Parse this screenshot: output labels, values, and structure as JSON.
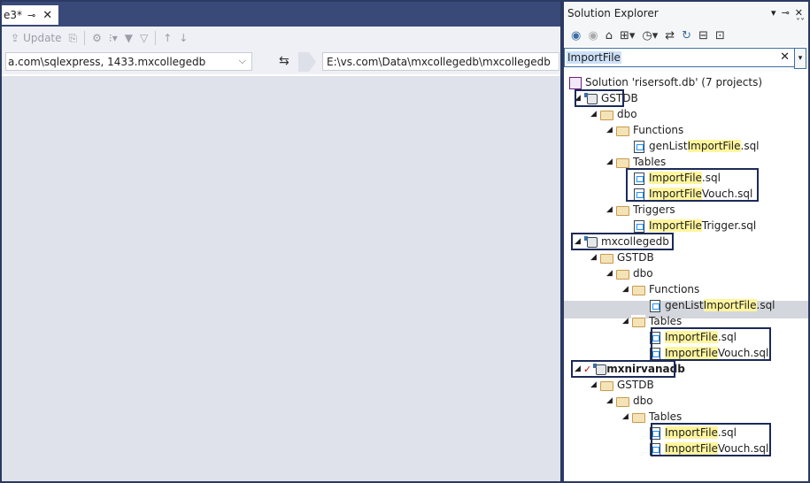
{
  "doc": {
    "tab": {
      "title": "e3*",
      "pin": "−▫",
      "close": "✕"
    },
    "toolbar": {
      "update": "Update"
    },
    "source": "a.com\\sqlexpress, 1433.mxcollegedb",
    "target": "E:\\vs.com\\Data\\mxcollegedb\\mxcollegedb"
  },
  "explorer": {
    "title": "Solution Explorer",
    "search_value": "ImportFile",
    "solution": "Solution 'risersoft.db' (7 projects)",
    "p1": {
      "name": "GSTDB",
      "dbo": "dbo",
      "functions": "Functions",
      "f1": {
        "pre": "genList",
        "hl": "ImportFile",
        "post": ".sql"
      },
      "tables": "Tables",
      "t1": {
        "hl": "ImportFile",
        "post": ".sql"
      },
      "t2": {
        "hl": "ImportFile",
        "post": "Vouch.sql"
      },
      "triggers": "Triggers",
      "tr1": {
        "hl": "ImportFile",
        "post": "Trigger.sql"
      }
    },
    "p2": {
      "name": "mxcollegedb",
      "gst": "GSTDB",
      "dbo": "dbo",
      "functions": "Functions",
      "f1": {
        "pre": "genList",
        "hl": "ImportFile",
        "post": ".sql"
      },
      "tables": "Tables",
      "t1": {
        "hl": "ImportFile",
        "post": ".sql"
      },
      "t2": {
        "hl": "ImportFile",
        "post": "Vouch.sql"
      }
    },
    "p3": {
      "name": "mxnirvanadb",
      "gst": "GSTDB",
      "dbo": "dbo",
      "tables": "Tables",
      "t1": {
        "hl": "ImportFile",
        "post": ".sql"
      },
      "t2": {
        "hl": "ImportFile",
        "post": "Vouch.sql"
      }
    }
  }
}
